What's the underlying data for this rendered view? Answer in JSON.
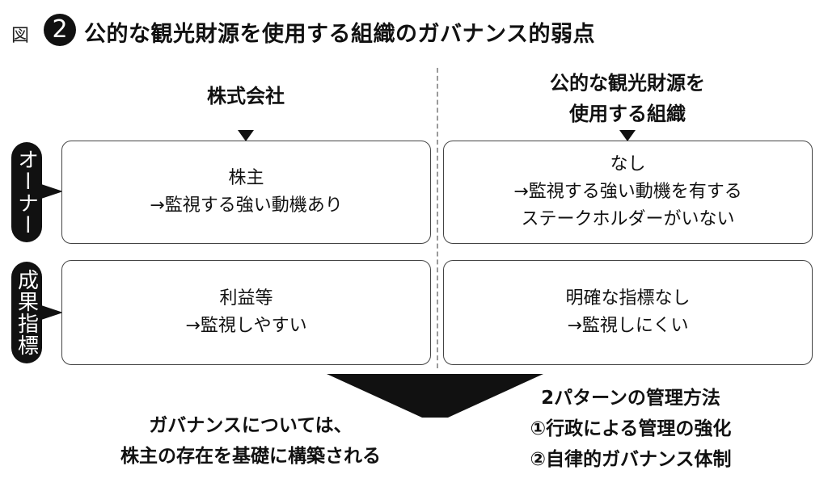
{
  "figure": {
    "label": "図",
    "number": "2",
    "title": "公的な観光財源を使用する組織のガバナンス的弱点"
  },
  "columns": {
    "left": {
      "heading": "株式会社"
    },
    "right": {
      "heading_line1": "公的な観光財源を",
      "heading_line2": "使用する組織"
    }
  },
  "rows": {
    "owner": {
      "label": "オーナー",
      "left": {
        "line1": "株主",
        "line2": "→監視する強い動機あり"
      },
      "right": {
        "line1": "なし",
        "line2": "→監視する強い動機を有する",
        "line3": "ステークホルダーがいない"
      }
    },
    "indicator": {
      "label": "成果指標",
      "left": {
        "line1": "利益等",
        "line2": "→監視しやすい"
      },
      "right": {
        "line1": "明確な指標なし",
        "line2": "→監視しにくい"
      }
    }
  },
  "conclusion": {
    "left": {
      "line1": "ガバナンスについては、",
      "line2": "株主の存在を基礎に構築される"
    },
    "right": {
      "line1": "2パターンの管理方法",
      "line2": "①行政による管理の強化",
      "line3": "②自律的ガバナンス体制"
    }
  },
  "colors": {
    "dark": "#111111",
    "divider": "#9a9a9a",
    "box_border": "#444444"
  }
}
